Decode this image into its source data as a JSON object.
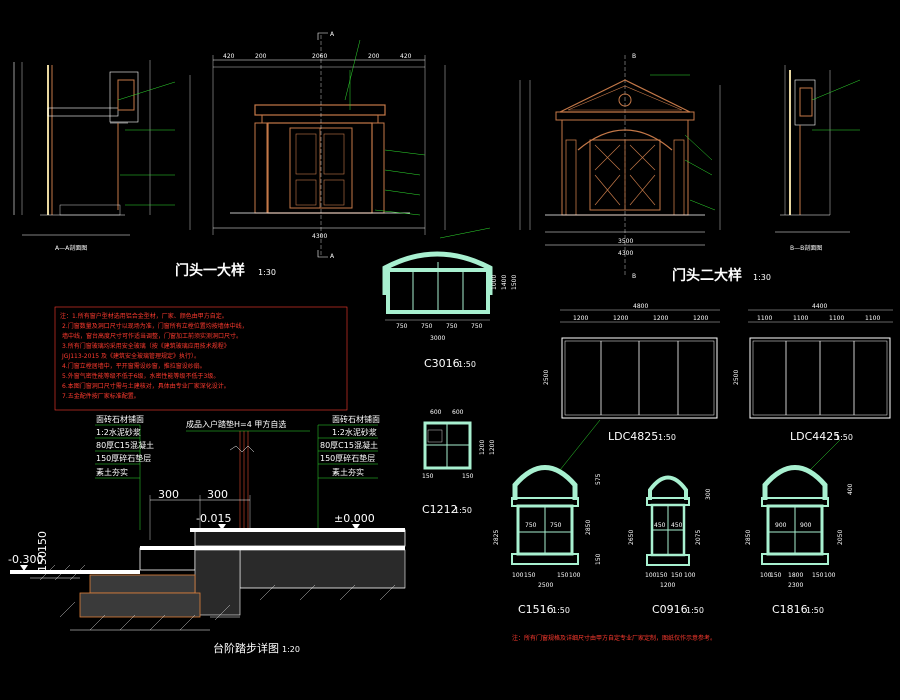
{
  "titles": {
    "door1": "门头一大样",
    "door1_scale": "1:30",
    "door2": "门头二大样",
    "door2_scale": "1:30",
    "c3016": "C3016",
    "c3016_scale": "1:50",
    "c1212": "C1212",
    "c1212_scale": "1:50",
    "ldc4825": "LDC4825",
    "ldc4825_scale": "1:50",
    "ldc4425": "LDC4425",
    "ldc4425_scale": "1:50",
    "c1516": "C1516",
    "c1516_scale": "1:50",
    "c0916": "C0916",
    "c0916_scale": "1:50",
    "c1816": "C1816",
    "c1816_scale": "1:50",
    "step": "台阶踏步详图",
    "step_scale": "1:20"
  },
  "notes": {
    "heading": "注：",
    "lines": [
      "1.所有窗户型材选用铝合金型材，厂家、颜色由甲方自定。",
      "2.门窗数量及洞口尺寸以现场为准，门窗所有立樘位置均按墙体中线，",
      "  墙中线，窗台高度尺寸可作适当调整，门窗加工前须实测洞口尺寸。",
      "3.所有门窗玻璃均采用安全玻璃（按《建筑玻璃应用技术规程》",
      "  JGJ113-2015 及《建筑安全玻璃管理规定》执行）。",
      "4.门窗立樘居墙中，平开窗需设纱窗，推拉窗设纱扇。",
      "5.外窗气密性能等级不低于6级，水密性能等级不低于3级。",
      "6.本图门窗洞口尺寸需与土建核对，具体由专业厂家深化设计。",
      "7.五金配件按厂家标准配置。"
    ]
  },
  "step_detail": {
    "left_layers": [
      "面砖石材铺面",
      "1:2水泥砂浆",
      "80厚C15混凝土",
      "150厚碎石垫层",
      "素土夯实"
    ],
    "right_layers": [
      "面砖石材铺面",
      "1:2水泥砂浆",
      "80厚C15混凝土",
      "150厚碎石垫层",
      "素土夯实"
    ],
    "mid_label": "成品入户踏垫H=4 甲方自选",
    "dim_300a": "300",
    "dim_300b": "300",
    "elev_left": "-0.300",
    "elev_mid": "-0.015",
    "elev_right": "±0.000",
    "dim_150a": "150",
    "dim_150b": "150"
  },
  "c3016_dims": {
    "bottom": [
      "750",
      "750",
      "750",
      "750"
    ],
    "total": "3000",
    "right": [
      "1000",
      "1400",
      "1500"
    ]
  },
  "c1212_dims": {
    "top": [
      "600",
      "600"
    ],
    "side": [
      "1200",
      "1200"
    ],
    "bottom": [
      "150",
      "150"
    ]
  },
  "ldc4825_dims": {
    "total": "4800",
    "parts": [
      "1200",
      "1200",
      "1200",
      "1200"
    ],
    "height": "2500"
  },
  "ldc4425_dims": {
    "total": "4400",
    "parts": [
      "1100",
      "1100",
      "1100",
      "1100"
    ],
    "height": "2500"
  },
  "c1516_dims": {
    "inner": [
      "750",
      "750"
    ],
    "total": "2500",
    "bottom": [
      "100",
      "150",
      "150",
      "100"
    ],
    "right": [
      "2825",
      "2850",
      "575",
      "150"
    ]
  },
  "c0916_dims": {
    "inner": [
      "450",
      "450"
    ],
    "bottom": [
      "100",
      "150",
      "150",
      "100"
    ],
    "total": "1200",
    "right": [
      "2650",
      "2075",
      "300"
    ]
  },
  "c1816_dims": {
    "inner": [
      "900",
      "900"
    ],
    "bottom": [
      "100",
      "150",
      "1800",
      "150",
      "100"
    ],
    "total": "2300",
    "right": [
      "2850",
      "2050",
      "400"
    ]
  },
  "door1_dims": {
    "top": [
      "420",
      "200",
      "2060",
      "200",
      "420"
    ],
    "total": "4300"
  },
  "door2_dims": {
    "bottom": "4300",
    "inner": "3500"
  },
  "footnote": "注：所有门窗规格及详细尺寸由甲方自定专业厂家定制，图纸仅作示意参考。",
  "section_labels": {
    "a_a": "A—A剖面图",
    "b_b": "B—B剖面图"
  },
  "markers": {
    "a": "A",
    "b": "B"
  }
}
